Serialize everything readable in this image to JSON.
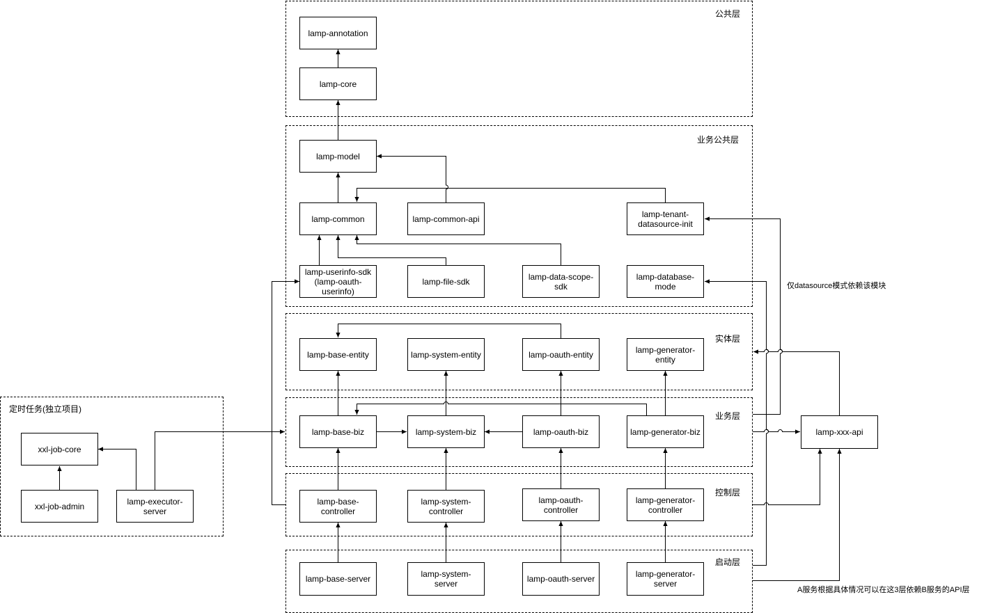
{
  "groups": {
    "public": "公共层",
    "biz_public": "业务公共层",
    "entity": "实体层",
    "biz": "业务层",
    "control": "控制层",
    "startup": "启动层",
    "job": "定时任务(独立项目)"
  },
  "nodes": {
    "annotation": "lamp-annotation",
    "core": "lamp-core",
    "model": "lamp-model",
    "common": "lamp-common",
    "common_api": "lamp-common-api",
    "tenant_init": "lamp-tenant-\ndatasource-init",
    "userinfo_sdk": "lamp-userinfo-sdk\n(lamp-oauth-\nuserinfo)",
    "file_sdk": "lamp-file-sdk",
    "data_scope_sdk": "lamp-data-scope-\nsdk",
    "database_mode": "lamp-database-\nmode",
    "base_entity": "lamp-base-entity",
    "system_entity": "lamp-system-entity",
    "oauth_entity": "lamp-oauth-entity",
    "generator_entity": "lamp-generator-\nentity",
    "base_biz": "lamp-base-biz",
    "system_biz": "lamp-system-biz",
    "oauth_biz": "lamp-oauth-biz",
    "generator_biz": "lamp-generator-biz",
    "base_controller": "lamp-base-\ncontroller",
    "system_controller": "lamp-system-\ncontroller",
    "oauth_controller": "lamp-oauth-\ncontroller",
    "generator_controller": "lamp-generator-\ncontroller",
    "base_server": "lamp-base-server",
    "system_server": "lamp-system-server",
    "oauth_server": "lamp-oauth-server",
    "generator_server": "lamp-generator-\nserver",
    "xxx_api": "lamp-xxx-api",
    "xxl_core": "xxl-job-core",
    "xxl_admin": "xxl-job-admin",
    "executor": "lamp-executor-\nserver"
  },
  "notes": {
    "datasource": "仅datasource模式依赖该模块",
    "api_layer": "A服务根据具体情况可以在这3层依赖B服务的API层"
  }
}
